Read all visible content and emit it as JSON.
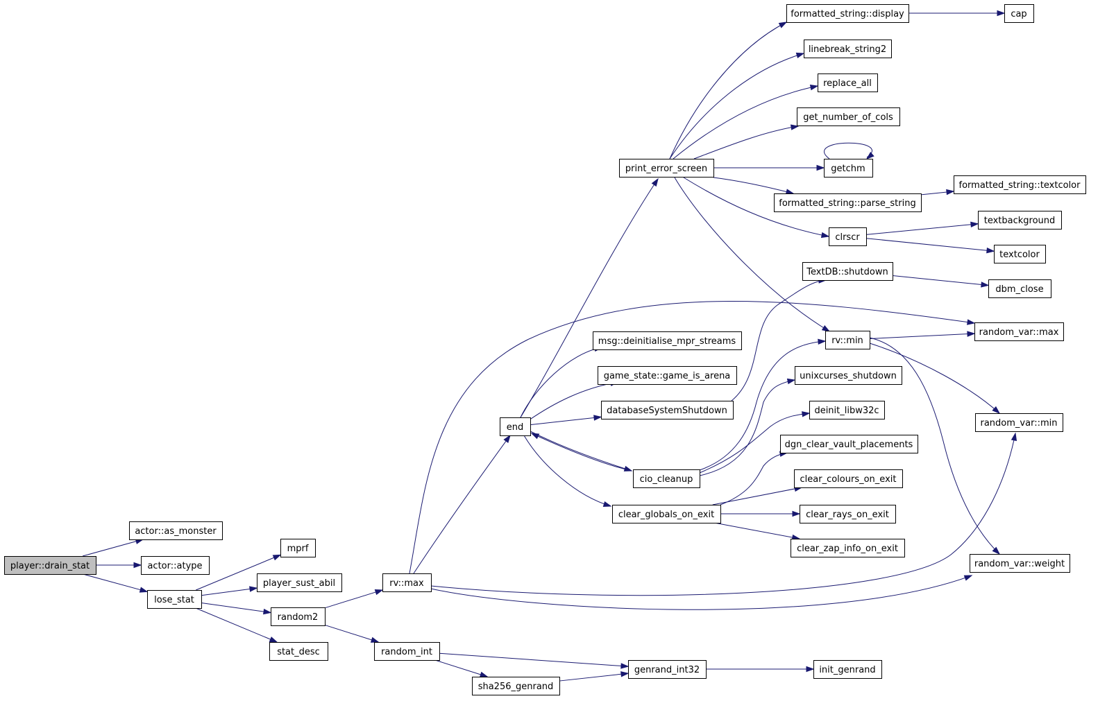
{
  "nodes": [
    {
      "id": "player_drain_stat",
      "label": "player::drain_stat",
      "root": true
    },
    {
      "id": "actor_as_monster",
      "label": "actor::as_monster"
    },
    {
      "id": "actor_atype",
      "label": "actor::atype"
    },
    {
      "id": "lose_stat",
      "label": "lose_stat"
    },
    {
      "id": "mprf",
      "label": "mprf"
    },
    {
      "id": "player_sust_abil",
      "label": "player_sust_abil"
    },
    {
      "id": "random2",
      "label": "random2"
    },
    {
      "id": "stat_desc",
      "label": "stat_desc"
    },
    {
      "id": "rv_max",
      "label": "rv::max"
    },
    {
      "id": "random_int",
      "label": "random_int"
    },
    {
      "id": "sha256_genrand",
      "label": "sha256_genrand"
    },
    {
      "id": "genrand_int32",
      "label": "genrand_int32"
    },
    {
      "id": "init_genrand",
      "label": "init_genrand"
    },
    {
      "id": "end",
      "label": "end"
    },
    {
      "id": "print_error_screen",
      "label": "print_error_screen"
    },
    {
      "id": "msg_deinit",
      "label": "msg::deinitialise_mpr_streams"
    },
    {
      "id": "game_is_arena",
      "label": "game_state::game_is_arena"
    },
    {
      "id": "db_shutdown",
      "label": "databaseSystemShutdown"
    },
    {
      "id": "cio_cleanup",
      "label": "cio_cleanup"
    },
    {
      "id": "clear_globals",
      "label": "clear_globals_on_exit"
    },
    {
      "id": "fs_display",
      "label": "formatted_string::display"
    },
    {
      "id": "cap",
      "label": "cap"
    },
    {
      "id": "linebreak_string2",
      "label": "linebreak_string2"
    },
    {
      "id": "replace_all",
      "label": "replace_all"
    },
    {
      "id": "get_number_of_cols",
      "label": "get_number_of_cols"
    },
    {
      "id": "getchm",
      "label": "getchm"
    },
    {
      "id": "fs_parse_string",
      "label": "formatted_string::parse_string"
    },
    {
      "id": "fs_textcolor",
      "label": "formatted_string::textcolor"
    },
    {
      "id": "clrscr",
      "label": "clrscr"
    },
    {
      "id": "textbackground",
      "label": "textbackground"
    },
    {
      "id": "textcolor",
      "label": "textcolor"
    },
    {
      "id": "textdb_shutdown",
      "label": "TextDB::shutdown"
    },
    {
      "id": "dbm_close",
      "label": "dbm_close"
    },
    {
      "id": "rv_min",
      "label": "rv::min"
    },
    {
      "id": "random_var_max",
      "label": "random_var::max"
    },
    {
      "id": "random_var_min",
      "label": "random_var::min"
    },
    {
      "id": "random_var_weight",
      "label": "random_var::weight"
    },
    {
      "id": "unixcurses_shutdown",
      "label": "unixcurses_shutdown"
    },
    {
      "id": "deinit_libw32c",
      "label": "deinit_libw32c"
    },
    {
      "id": "dgn_clear_vault",
      "label": "dgn_clear_vault_placements"
    },
    {
      "id": "clear_colours",
      "label": "clear_colours_on_exit"
    },
    {
      "id": "clear_rays",
      "label": "clear_rays_on_exit"
    },
    {
      "id": "clear_zap_info",
      "label": "clear_zap_info_on_exit"
    }
  ],
  "edges": [
    [
      "player_drain_stat",
      "actor_as_monster"
    ],
    [
      "player_drain_stat",
      "actor_atype"
    ],
    [
      "player_drain_stat",
      "lose_stat"
    ],
    [
      "lose_stat",
      "mprf"
    ],
    [
      "lose_stat",
      "player_sust_abil"
    ],
    [
      "lose_stat",
      "random2"
    ],
    [
      "lose_stat",
      "stat_desc"
    ],
    [
      "random2",
      "rv_max"
    ],
    [
      "random2",
      "random_int"
    ],
    [
      "random_int",
      "genrand_int32"
    ],
    [
      "random_int",
      "sha256_genrand"
    ],
    [
      "sha256_genrand",
      "genrand_int32"
    ],
    [
      "genrand_int32",
      "init_genrand"
    ],
    [
      "rv_max",
      "end"
    ],
    [
      "rv_max",
      "random_var_max"
    ],
    [
      "rv_max",
      "random_var_min"
    ],
    [
      "rv_max",
      "random_var_weight"
    ],
    [
      "end",
      "print_error_screen"
    ],
    [
      "end",
      "msg_deinit"
    ],
    [
      "end",
      "game_is_arena"
    ],
    [
      "end",
      "db_shutdown"
    ],
    [
      "end",
      "cio_cleanup"
    ],
    [
      "end",
      "clear_globals"
    ],
    [
      "cio_cleanup",
      "end"
    ],
    [
      "print_error_screen",
      "fs_display"
    ],
    [
      "print_error_screen",
      "linebreak_string2"
    ],
    [
      "print_error_screen",
      "replace_all"
    ],
    [
      "print_error_screen",
      "get_number_of_cols"
    ],
    [
      "print_error_screen",
      "getchm"
    ],
    [
      "getchm",
      "getchm"
    ],
    [
      "print_error_screen",
      "fs_parse_string"
    ],
    [
      "print_error_screen",
      "clrscr"
    ],
    [
      "print_error_screen",
      "rv_min"
    ],
    [
      "fs_display",
      "cap"
    ],
    [
      "fs_parse_string",
      "fs_textcolor"
    ],
    [
      "clrscr",
      "textbackground"
    ],
    [
      "clrscr",
      "textcolor"
    ],
    [
      "db_shutdown",
      "textdb_shutdown"
    ],
    [
      "textdb_shutdown",
      "dbm_close"
    ],
    [
      "cio_cleanup",
      "rv_min"
    ],
    [
      "cio_cleanup",
      "unixcurses_shutdown"
    ],
    [
      "cio_cleanup",
      "deinit_libw32c"
    ],
    [
      "clear_globals",
      "dgn_clear_vault"
    ],
    [
      "clear_globals",
      "clear_colours"
    ],
    [
      "clear_globals",
      "clear_rays"
    ],
    [
      "clear_globals",
      "clear_zap_info"
    ],
    [
      "rv_min",
      "random_var_max"
    ],
    [
      "rv_min",
      "random_var_min"
    ],
    [
      "rv_min",
      "random_var_weight"
    ]
  ]
}
